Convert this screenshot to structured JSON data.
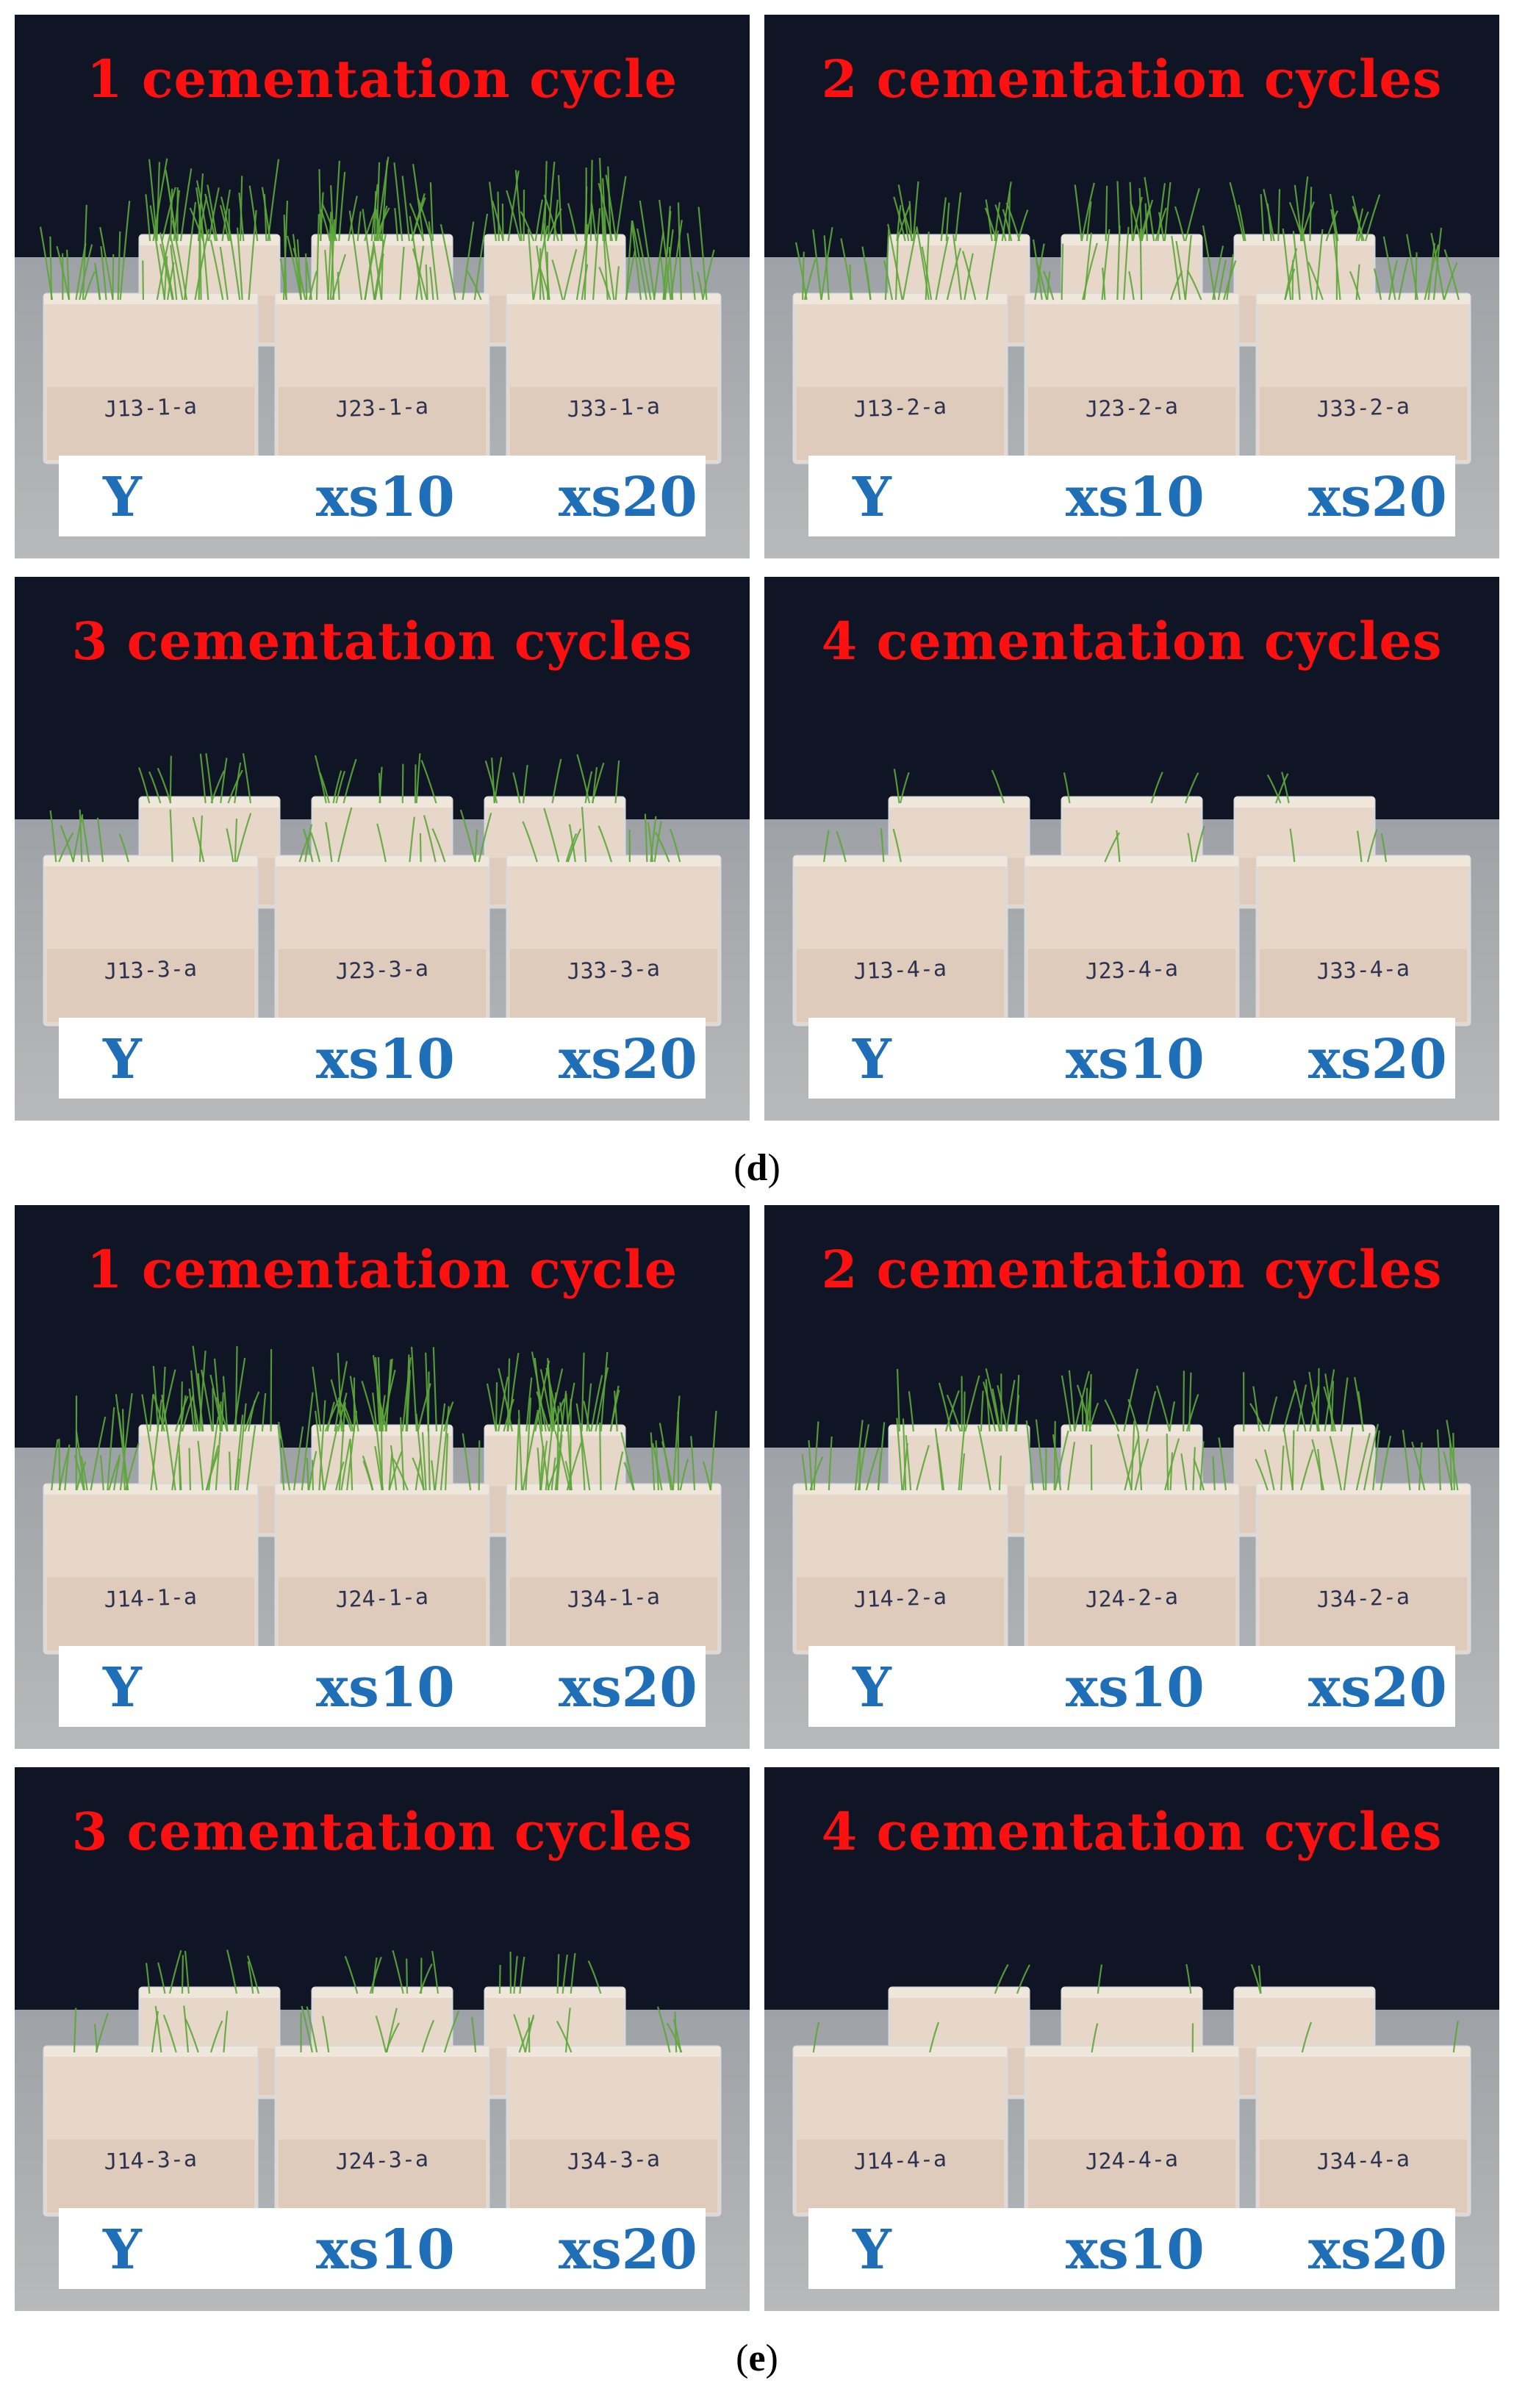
{
  "figure": {
    "groups": [
      {
        "caption": "d",
        "panels": [
          {
            "title": "1 cementation cycle",
            "labels": [
              "Y",
              "xs10",
              "xs20"
            ],
            "pots": [
              "J13-1-a",
              "J23-1-a",
              "J33-1-a"
            ],
            "grass_level": 0.9
          },
          {
            "title": "2 cementation cycles",
            "labels": [
              "Y",
              "xs10",
              "xs20"
            ],
            "pots": [
              "J13-2-a",
              "J23-2-a",
              "J33-2-a"
            ],
            "grass_level": 0.6
          },
          {
            "title": "3 cementation cycles",
            "labels": [
              "Y",
              "xs10",
              "xs20"
            ],
            "pots": [
              "J13-3-a",
              "J23-3-a",
              "J33-3-a"
            ],
            "grass_level": 0.35
          },
          {
            "title": "4 cementation cycles",
            "labels": [
              "Y",
              "xs10",
              "xs20"
            ],
            "pots": [
              "J13-4-a",
              "J23-4-a",
              "J33-4-a"
            ],
            "grass_level": 0.1
          }
        ]
      },
      {
        "caption": "e",
        "panels": [
          {
            "title": "1 cementation cycle",
            "labels": [
              "Y",
              "xs10",
              "xs20"
            ],
            "pots": [
              "J14-1-a",
              "J24-1-a",
              "J34-1-a"
            ],
            "grass_level": 0.9
          },
          {
            "title": "2 cementation cycles",
            "labels": [
              "Y",
              "xs10",
              "xs20"
            ],
            "pots": [
              "J14-2-a",
              "J24-2-a",
              "J34-2-a"
            ],
            "grass_level": 0.55
          },
          {
            "title": "3 cementation cycles",
            "labels": [
              "Y",
              "xs10",
              "xs20"
            ],
            "pots": [
              "J14-3-a",
              "J24-3-a",
              "J34-3-a"
            ],
            "grass_level": 0.25
          },
          {
            "title": "4 cementation cycles",
            "labels": [
              "Y",
              "xs10",
              "xs20"
            ],
            "pots": [
              "J14-4-a",
              "J24-4-a",
              "J34-4-a"
            ],
            "grass_level": 0.05
          }
        ]
      }
    ],
    "colors": {
      "backdrop": "#0f1524",
      "floor": "#b7b9ba",
      "sand": "#e7d7c9",
      "grass": "#5da63a",
      "title": "#ff1010",
      "label": "#1f6fb8"
    }
  }
}
